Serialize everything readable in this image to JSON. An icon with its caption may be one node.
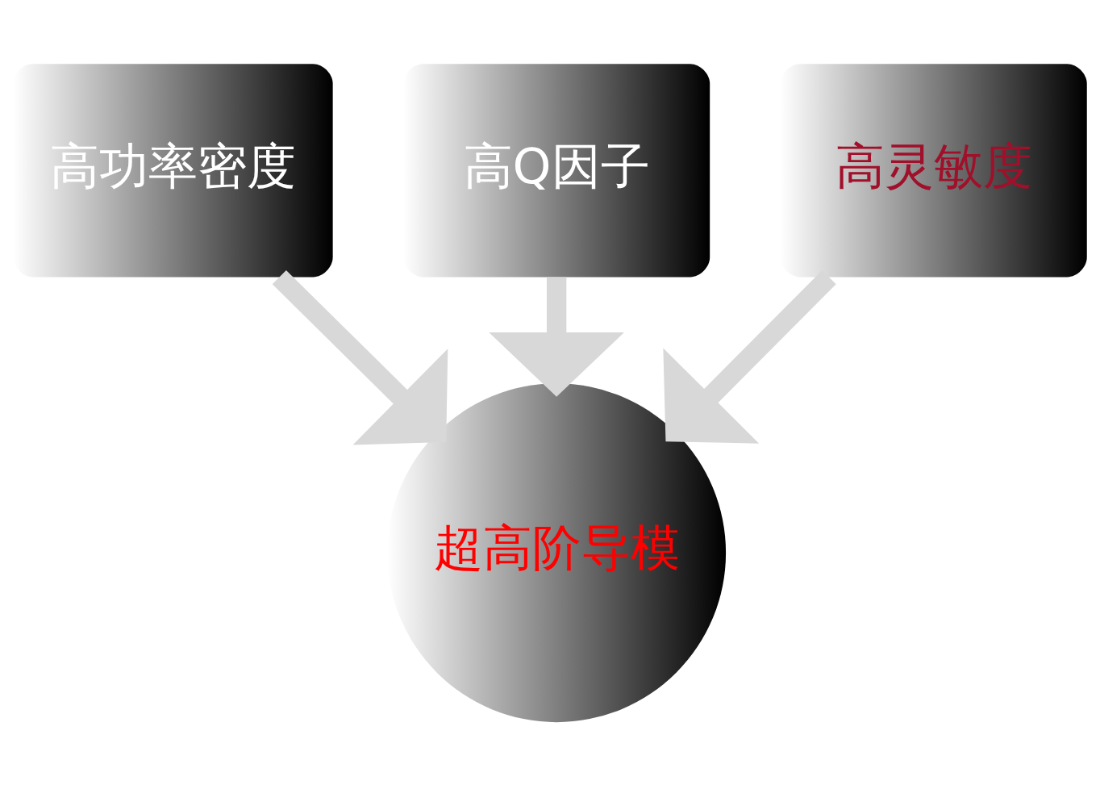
{
  "diagram": {
    "nodes": [
      {
        "text": [
          "高功率密度"
        ]
      },
      {
        "text": [
          "高Q因子"
        ]
      },
      {
        "text": [
          "高灵敏度"
        ]
      },
      {
        "text": [
          "超高阶导模"
        ]
      }
    ],
    "edges": [
      {
        "from": 0,
        "to": 3,
        "arrow": "to"
      },
      {
        "from": 1,
        "to": 3,
        "arrow": "to"
      },
      {
        "from": 2,
        "to": 3,
        "arrow": "to"
      }
    ]
  }
}
